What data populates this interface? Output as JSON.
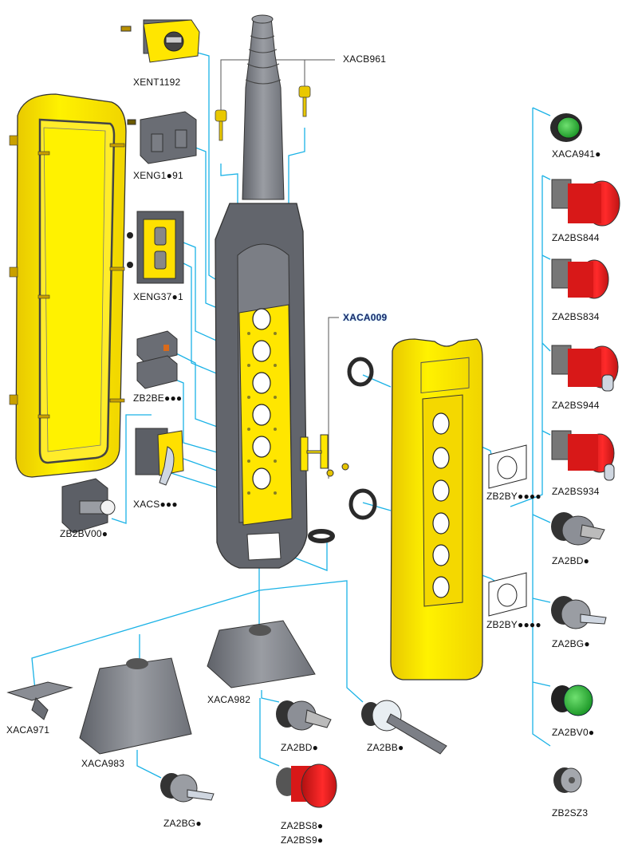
{
  "title": "Pendant control station exploded view",
  "colors": {
    "leader_line": "#1ab2e6",
    "callout_line": "#555555",
    "shell_yellow": "#ffe600",
    "body_grey": "#7c7f86",
    "red_button": "#e01e1e",
    "green_button": "#2fbf3a"
  },
  "labels": {
    "xacb961": "XACB961",
    "xent1192": "XENT1192",
    "xeng1_91": "XENG1●91",
    "xeng37_1": "XENG37●1",
    "zb2be": "ZB2BE●●●",
    "xacs": "XACS●●●",
    "zb2bv00": "ZB2BV00●",
    "xaca009": "XACA009",
    "xaca941": "XACA941●",
    "za2bs844": "ZA2BS844",
    "za2bs834": "ZA2BS834",
    "za2bs944": "ZA2BS944",
    "za2bs934": "ZA2BS934",
    "zb2by_1": "ZB2BY●●●●",
    "zb2by_2": "ZB2BY●●●●",
    "za2bd_right": "ZA2BD●",
    "za2bg_right": "ZA2BG●",
    "za2bv0": "ZA2BV0●",
    "zb2sz3": "ZB2SZ3",
    "xaca971": "XACA971",
    "xaca983": "XACA983",
    "xaca982": "XACA982",
    "za2bd_bottom": "ZA2BD●",
    "za2bb": "ZA2BB●",
    "za2bg_bottom": "ZA2BG●",
    "za2bs8": "ZA2BS8●",
    "za2bs9": "ZA2BS9●"
  }
}
